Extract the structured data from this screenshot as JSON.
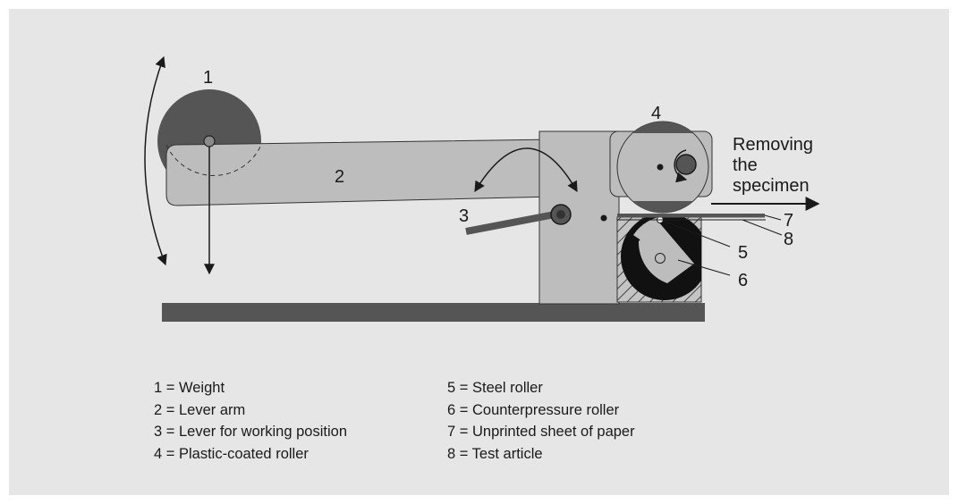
{
  "callouts": {
    "c1": "1",
    "c2": "2",
    "c3": "3",
    "c4": "4",
    "c5": "5",
    "c6": "6",
    "c7": "7",
    "c8": "8"
  },
  "removal_label": [
    "Removing",
    "the",
    "specimen"
  ],
  "legend_left": [
    "1 = Weight",
    "2 = Lever arm",
    "3 = Lever for working position",
    "4 = Plastic-coated roller"
  ],
  "legend_right": [
    "5 = Steel roller",
    "6 = Counterpressure roller",
    "7 = Unprinted sheet of paper",
    "8 = Test article"
  ],
  "colors": {
    "background": "#e6e6e6",
    "part_fill": "#bdbdbd",
    "dark": "#555555",
    "line": "#1a1a1a"
  }
}
